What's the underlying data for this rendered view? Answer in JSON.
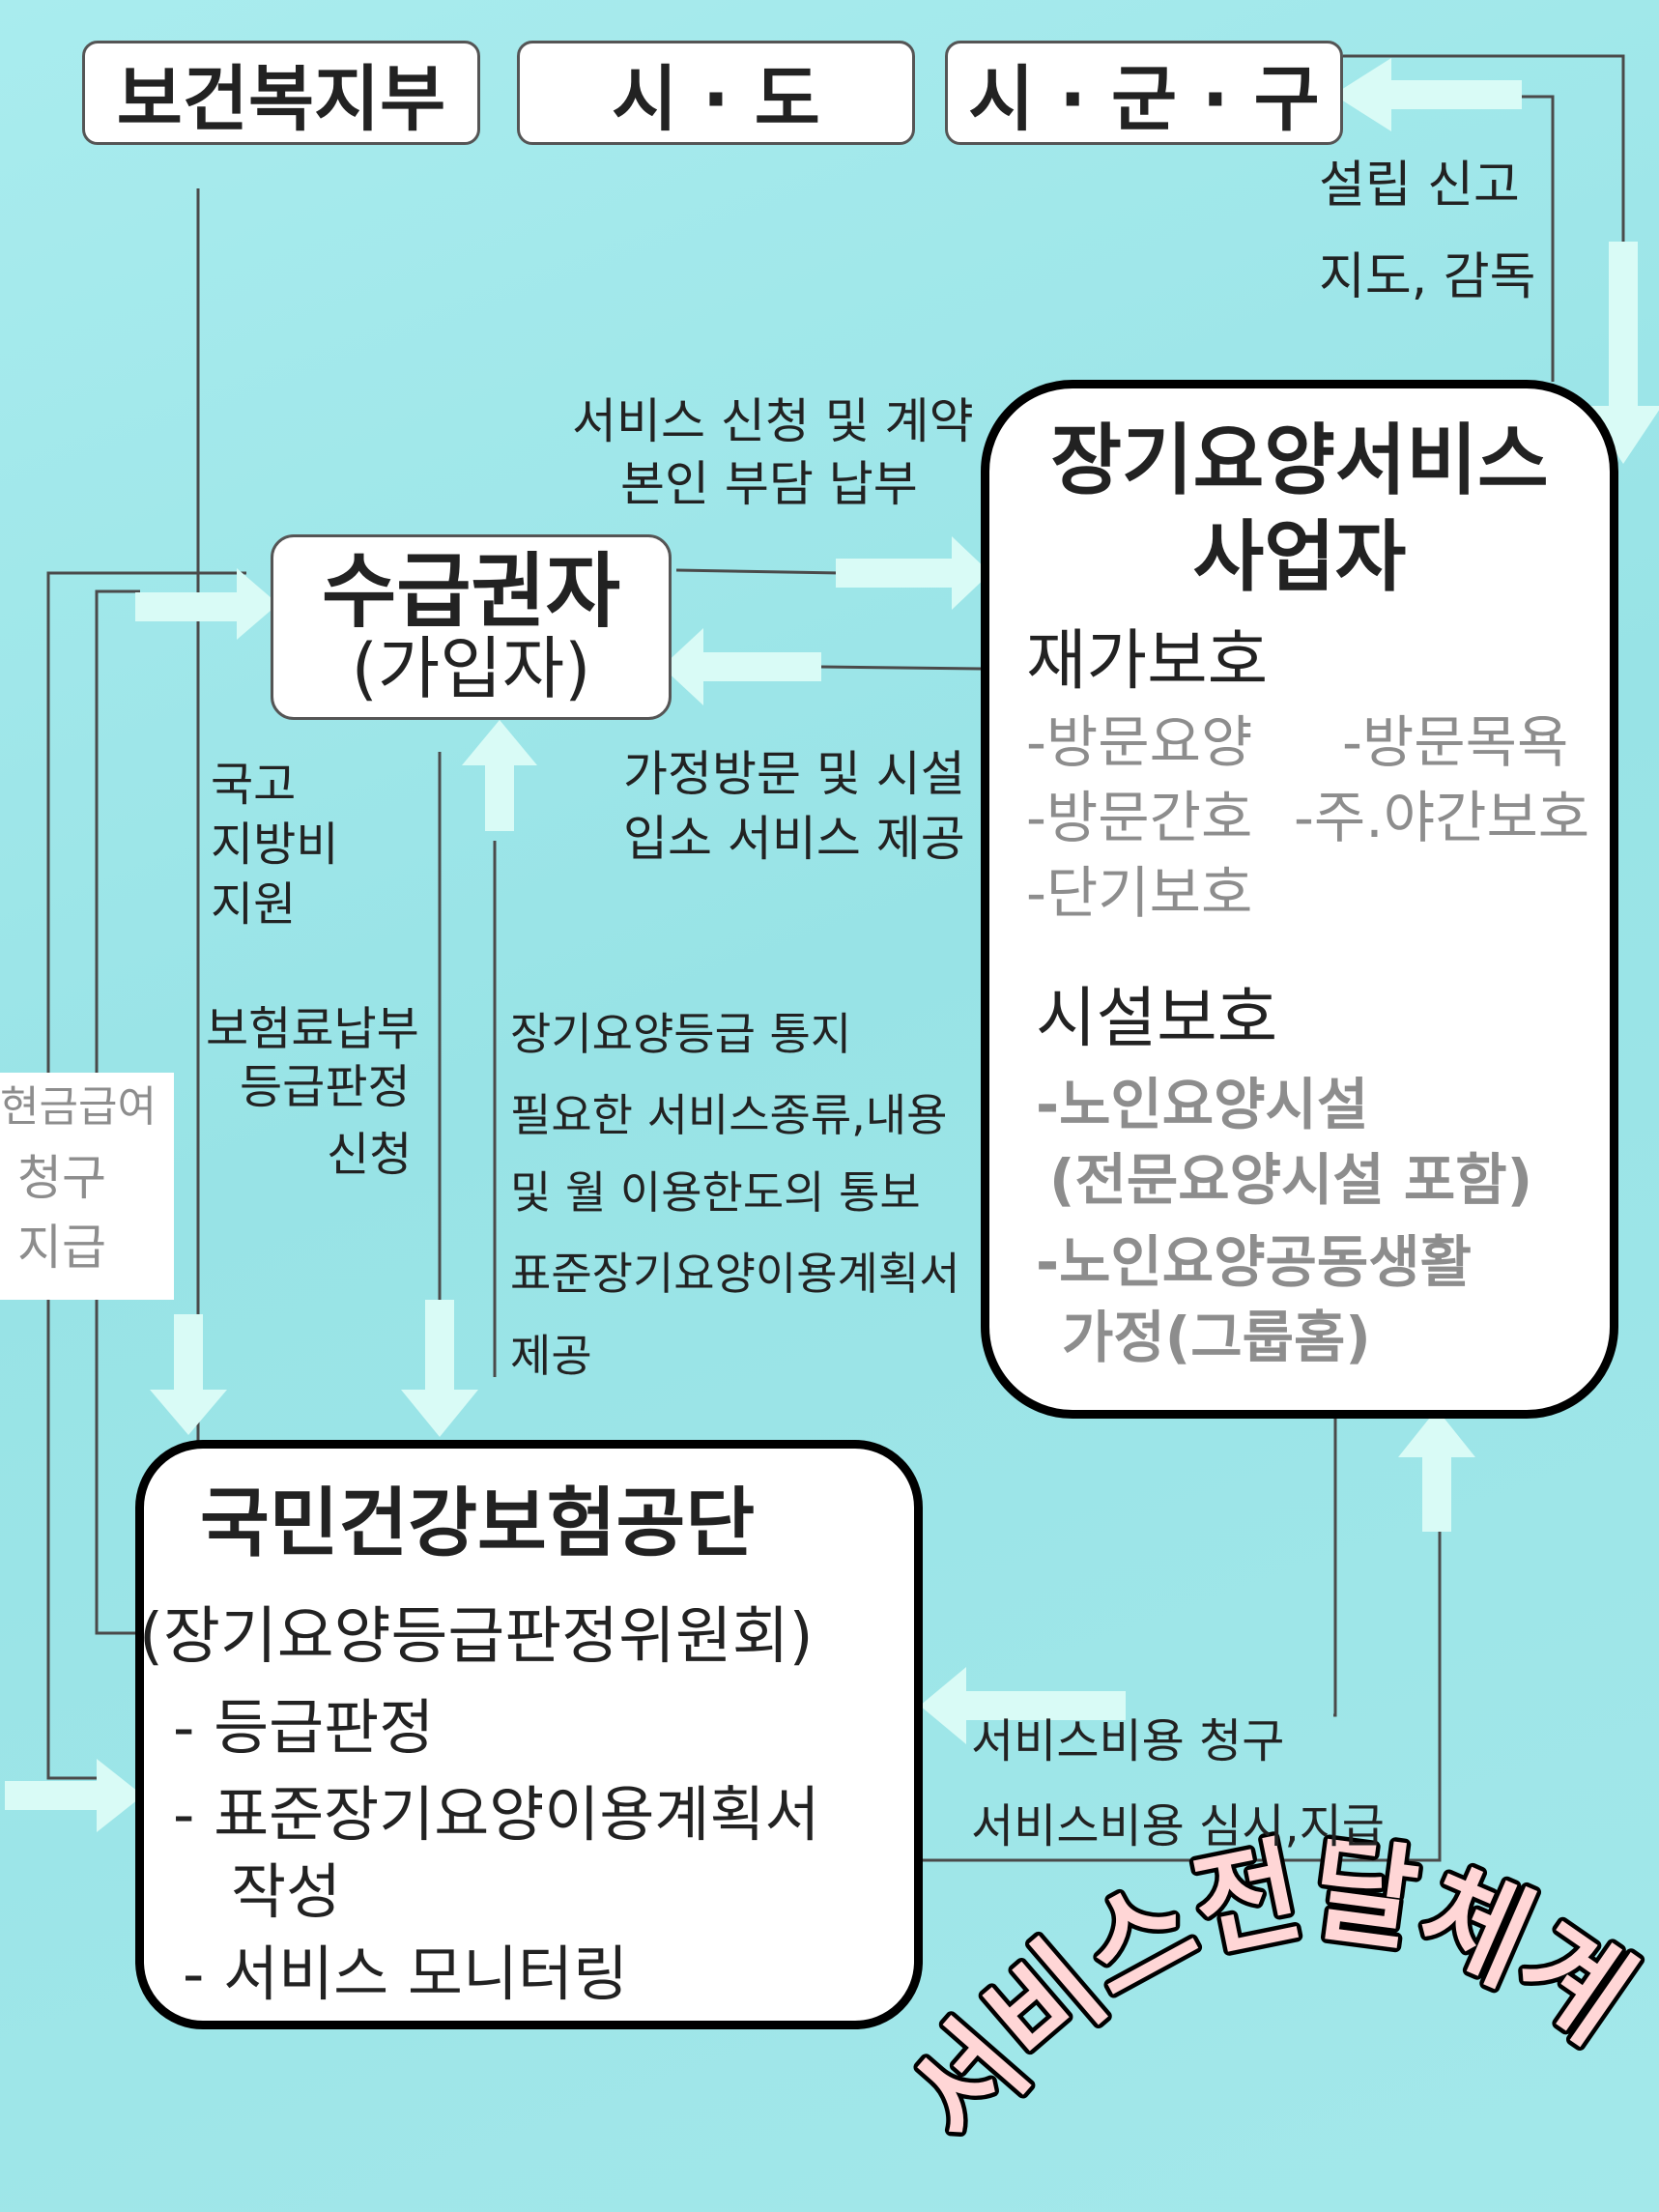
{
  "top_boxes": {
    "ministry": "보건복지부",
    "province": "시 · 도",
    "city": "시 · 군 · 구"
  },
  "city_labels": {
    "establish": "설립  신고",
    "supervise": "지도, 감독"
  },
  "apply_labels": {
    "line1": "서비스 신청 및 계약",
    "line2": "본인 부담 납부"
  },
  "recipient": {
    "title": "수급권자",
    "subtitle": "(가입자)"
  },
  "provider": {
    "title_line1": "장기요양서비스",
    "title_line2": "사업자",
    "home_care": "재가보호",
    "home_items": [
      "-방문요양",
      "-방문목욕",
      "-방문간호",
      "-주.야간보호",
      "-단기보호"
    ],
    "facility_care": "시설보호",
    "facility_items": [
      "-노인요양시설",
      "(전문요양시설 포함)",
      "-노인요양공동생활",
      "가정(그룹홈)"
    ]
  },
  "visit_labels": {
    "line1": "가정방문 및 시설",
    "line2": "입소 서비스 제공"
  },
  "gov_support": [
    "국고",
    "지방비",
    "지원"
  ],
  "insurance_apply": [
    "보험료납부",
    "등급판정",
    "신청"
  ],
  "notice_lines": [
    "장기요양등급 통지",
    "필요한 서비스종류,내용",
    "및 월 이용한도의 통보",
    "표준장기요양이용계획서",
    "제공"
  ],
  "cash_labels": {
    "line1": "현금급여",
    "line2": "청구",
    "line3": "지급"
  },
  "nhis": {
    "title": "국민건강보험공단",
    "committee": "(장기요양등급판정위원회)",
    "items": [
      "- 등급판정",
      "- 표준장기요양이용계획서",
      "작성",
      "- 서비스 모니터링"
    ]
  },
  "billing_labels": {
    "claim": "서비스비용 청구",
    "review": "서비스비용 심시,지급"
  },
  "banner": "서비스전달체계"
}
